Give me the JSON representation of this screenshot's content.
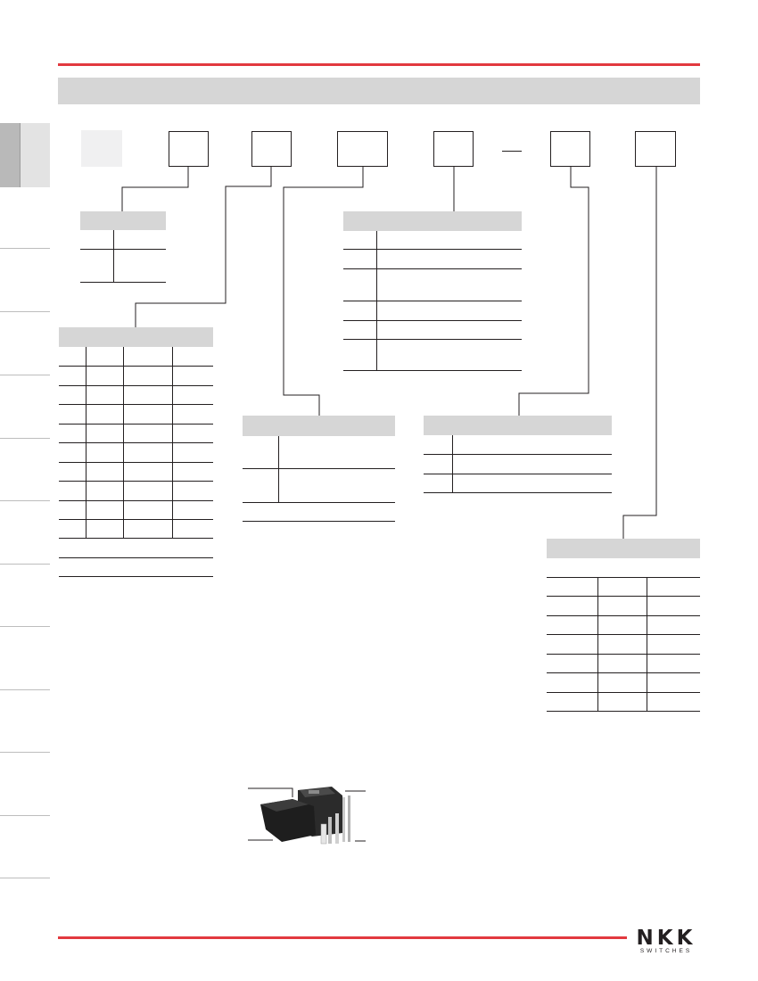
{
  "brand": {
    "name": "NKK",
    "tagline": "SWITCHES",
    "accent_color": "#e2393f",
    "band_color": "#d6d6d6"
  },
  "photo": {
    "icon": "toggle-switch-photo"
  }
}
